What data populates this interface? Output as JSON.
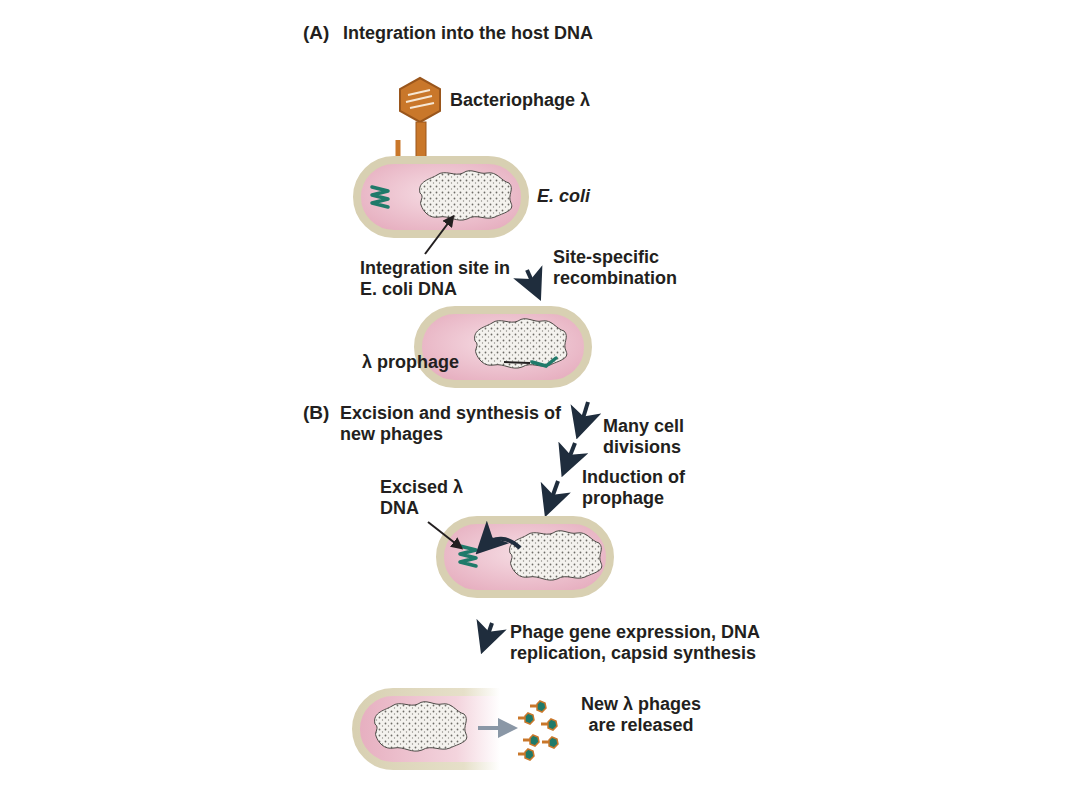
{
  "diagram": {
    "labels": [
      "(A)",
      "Integration into the host DNA",
      "Bacteriophage λ",
      "E. coli",
      "Integration site in E. coli DNA",
      "Site-specific recombination",
      "λ prophage",
      "(B)",
      "Excision and synthesis of new phages",
      "Many cell divisions",
      "Induction of prophage",
      "Excised λ DNA",
      "Phage gene expression, DNA replication, capsid synthesis",
      "New λ phages are released"
    ]
  }
}
